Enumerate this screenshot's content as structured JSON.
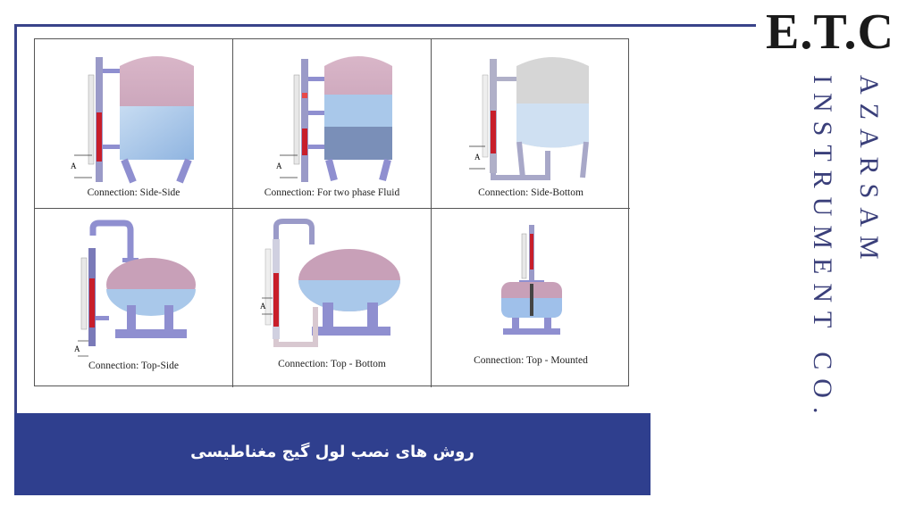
{
  "logo": {
    "text": "E.T.C"
  },
  "vertical_text": {
    "line1": "AZARSAM",
    "line2": "INSTRUMENT CO."
  },
  "diagrams": [
    {
      "caption": "Connection: Side-Side",
      "dimension_label": "A"
    },
    {
      "caption": "Connection: For two phase Fluid",
      "dimension_label": "A"
    },
    {
      "caption": "Connection: Side-Bottom",
      "dimension_label": "A"
    },
    {
      "caption": "Connection: Top-Side",
      "dimension_label": "A"
    },
    {
      "caption": "Connection: Top - Bottom",
      "dimension_label": "A"
    },
    {
      "caption": "Connection: Top - Mounted"
    }
  ],
  "banner": {
    "text": "روش های نصب لول گیج مغناطیسی"
  },
  "colors": {
    "accent": "#2f3f8e",
    "tank_top": "#c8a0b8",
    "liquid": "#a9c8ea",
    "legs": "#8f8fd0",
    "gauge_red": "#c81e2a"
  }
}
